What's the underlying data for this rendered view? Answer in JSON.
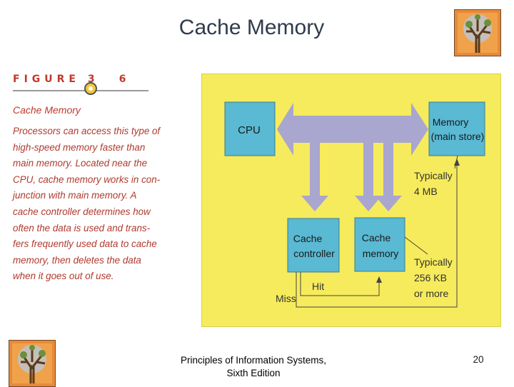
{
  "slide": {
    "title": "Cache Memory",
    "page_number": "20",
    "footer": {
      "line1": "Principles of Information Systems,",
      "line2": "Sixth Edition"
    }
  },
  "figure": {
    "label": "FIGURE 3",
    "number": "6",
    "caption_title": "Cache Memory",
    "caption_lines": [
      "Processors can access this type of",
      "high-speed memory faster than",
      "main memory. Located near the",
      "CPU, cache memory works in con-",
      "junction with main memory. A",
      "cache controller determines how",
      "often the data is used and trans-",
      "fers frequently used data to cache",
      "memory, then deletes the data",
      "when it goes out of use."
    ]
  },
  "diagram": {
    "cpu": "CPU",
    "memory_line1": "Memory",
    "memory_line2": "(main store)",
    "controller_line1": "Cache",
    "controller_line2": "controller",
    "cache_line1": "Cache",
    "cache_line2": "memory",
    "typ_main_line1": "Typically",
    "typ_main_line2": "4 MB",
    "typ_cache_line1": "Typically",
    "typ_cache_line2": "256 KB",
    "typ_cache_line3": "or more",
    "hit": "Hit",
    "miss": "Miss"
  },
  "colors": {
    "diagram_bg": "#f6eb5c",
    "box_fill": "#5ab9d3",
    "arrow_fill": "#a9a6cf",
    "caption_red": "#b03a2e"
  }
}
